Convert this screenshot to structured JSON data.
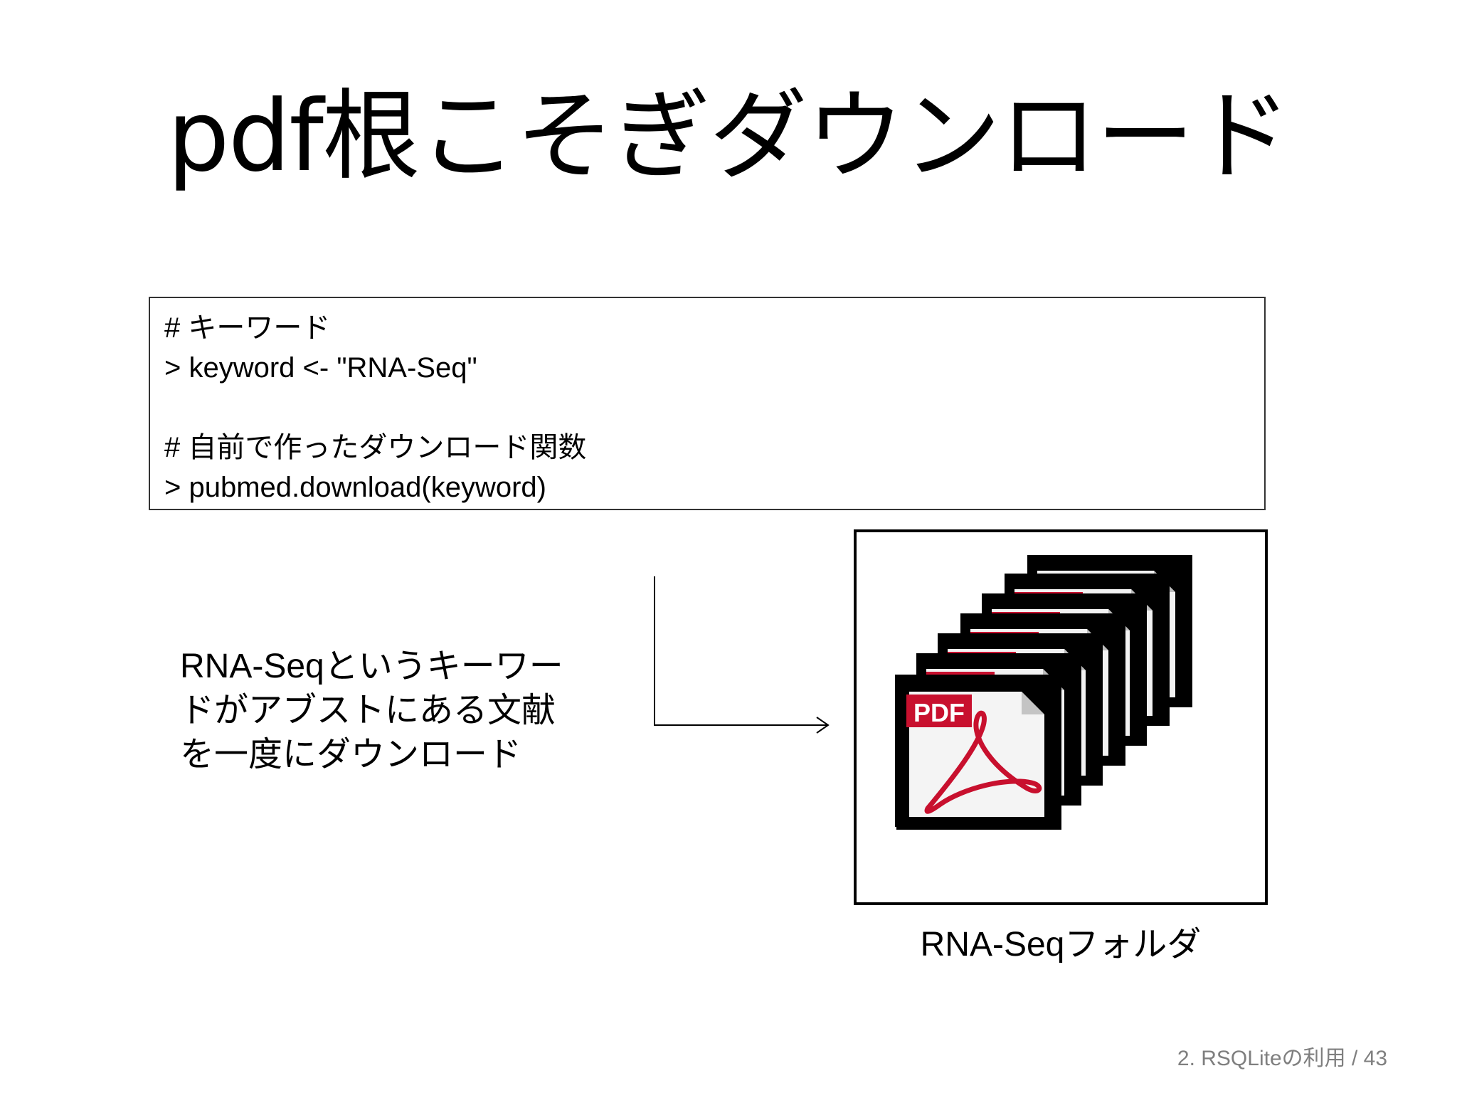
{
  "slide": {
    "title": "pdf根こそぎダウンロード",
    "footer": "2. RSQLiteの利用 / 43"
  },
  "code": {
    "lines": [
      "# キーワード",
      "> keyword <- \"RNA-Seq\"",
      "",
      "# 自前で作ったダウンロード関数",
      "> pubmed.download(keyword)"
    ]
  },
  "description": {
    "lines": [
      "RNA-Seqというキーワー",
      "ドがアブストにある文献",
      "を一度にダウンロード"
    ]
  },
  "folder": {
    "caption": "RNA-Seqフォルダ",
    "icon_label": "PDF",
    "icon": "pdf-file-stack-icon"
  },
  "colors": {
    "pdf_red": "#c8102e",
    "footer_gray": "#7f7f7f"
  }
}
